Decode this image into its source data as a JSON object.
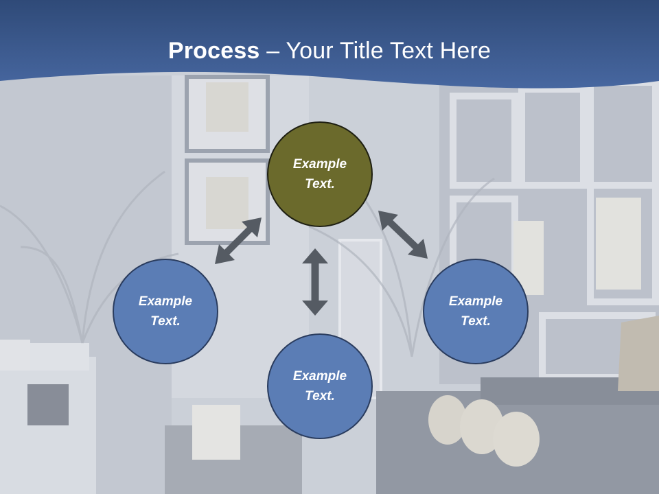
{
  "slide": {
    "title_bold": "Process",
    "title_rest": " – Your Title Text Here"
  },
  "diagram": {
    "nodes": [
      {
        "id": "top",
        "line1": "Example",
        "line2": "Text.",
        "color": "#6b6a2c"
      },
      {
        "id": "left",
        "line1": "Example",
        "line2": "Text.",
        "color": "#5b7db5"
      },
      {
        "id": "bottom",
        "line1": "Example",
        "line2": "Text.",
        "color": "#5b7db5"
      },
      {
        "id": "right",
        "line1": "Example",
        "line2": "Text.",
        "color": "#5b7db5"
      }
    ],
    "connectors": [
      {
        "from": "top",
        "to": "left",
        "style": "double-arrow"
      },
      {
        "from": "top",
        "to": "right",
        "style": "double-arrow"
      },
      {
        "from": "top",
        "to": "bottom",
        "style": "double-arrow"
      }
    ],
    "arrow_color": "#555b63",
    "header_color": "#3f5f95"
  }
}
